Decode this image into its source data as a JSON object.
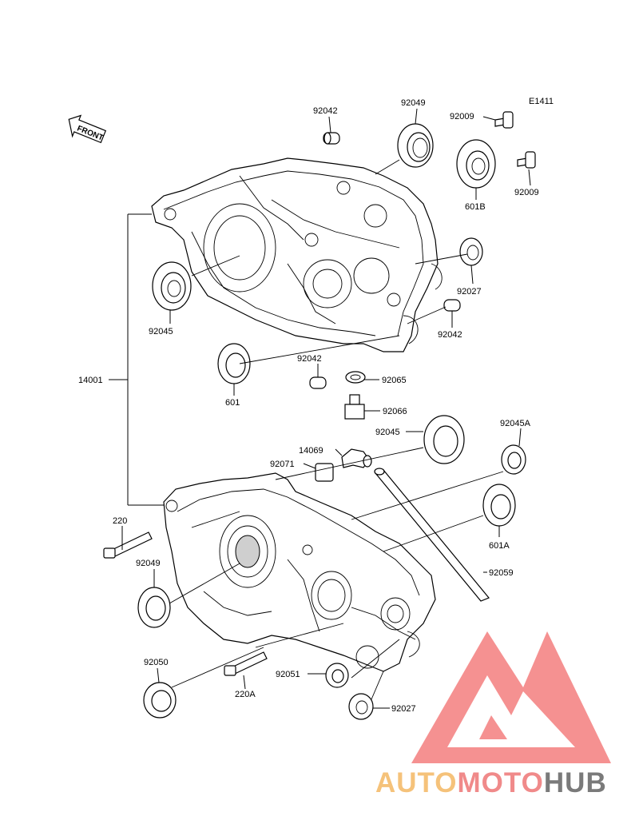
{
  "diagram_code": "E1411",
  "front_label": "FRONT",
  "labels": {
    "p92042_top": "92042",
    "p92049_top": "92049",
    "p92009_a": "92009",
    "p92009_b": "92009",
    "p601b": "601B",
    "p92027_r": "92027",
    "p92042_r": "92042",
    "p92045_l": "92045",
    "p14001": "14001",
    "p601": "601",
    "p92042_c": "92042",
    "p92065": "92065",
    "p92066": "92066",
    "p14069": "14069",
    "p92045_c": "92045",
    "p92045a": "92045A",
    "p92071": "92071",
    "p220": "220",
    "p601a": "601A",
    "p92049_l": "92049",
    "p92059": "92059",
    "p92050": "92050",
    "p92051": "92051",
    "p220a": "220A",
    "p92027_b": "92027"
  },
  "watermark": {
    "word_part1": "AUTO",
    "word_part2": "MOTO",
    "word_part3": "HUB",
    "color_part1": "#f5c27a",
    "color_part2": "#f08a8a",
    "color_part3": "#7a7a7a",
    "mark_color": "#f26d6d"
  }
}
